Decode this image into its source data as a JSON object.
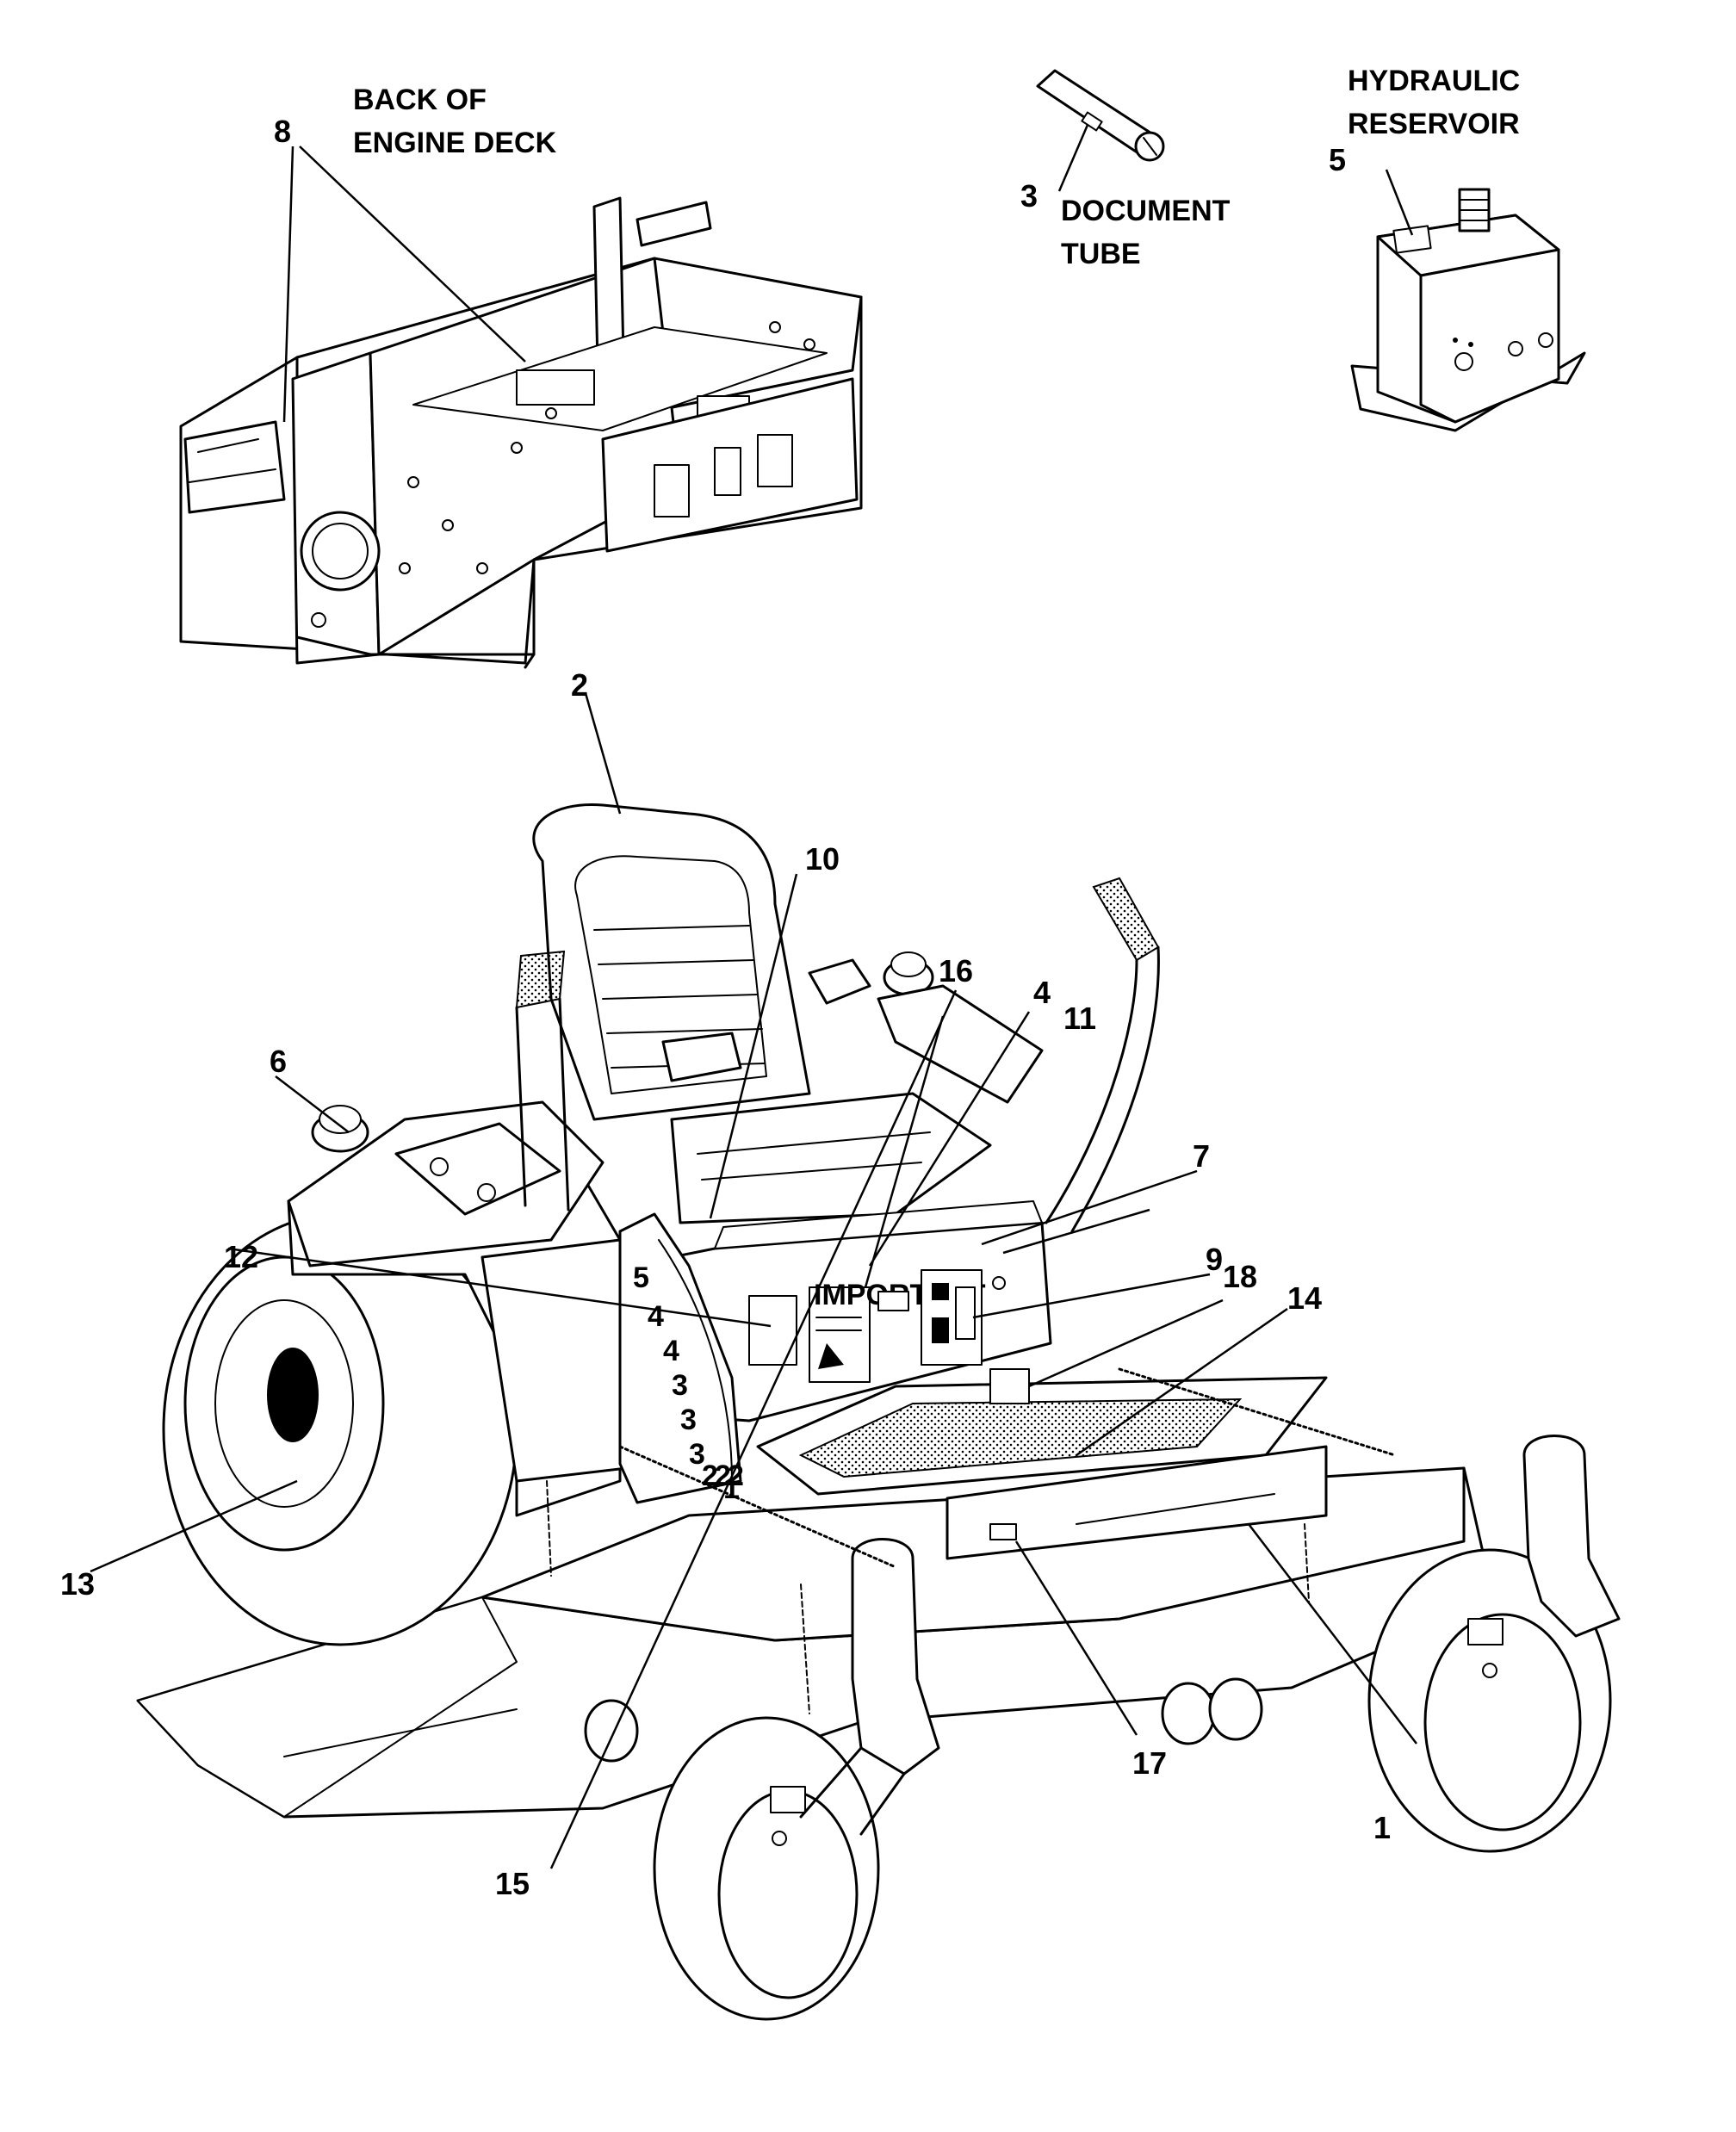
{
  "captions": {
    "engine_deck": [
      "BACK OF",
      "ENGINE DECK"
    ],
    "document_tube": [
      "DOCUMENT",
      "TUBE"
    ],
    "hydraulic_reservoir": [
      "HYDRAULIC",
      "RESERVOIR"
    ]
  },
  "callouts": [
    "1",
    "2",
    "3",
    "4",
    "5",
    "6",
    "7",
    "8",
    "9",
    "10",
    "11",
    "12",
    "13",
    "14",
    "15",
    "16",
    "17",
    "18"
  ],
  "decal_text": {
    "important": "IMPORTANT",
    "height_scale": [
      "5",
      "4",
      "4",
      "3",
      "3",
      "3",
      "2",
      "2",
      "2",
      "1"
    ]
  }
}
